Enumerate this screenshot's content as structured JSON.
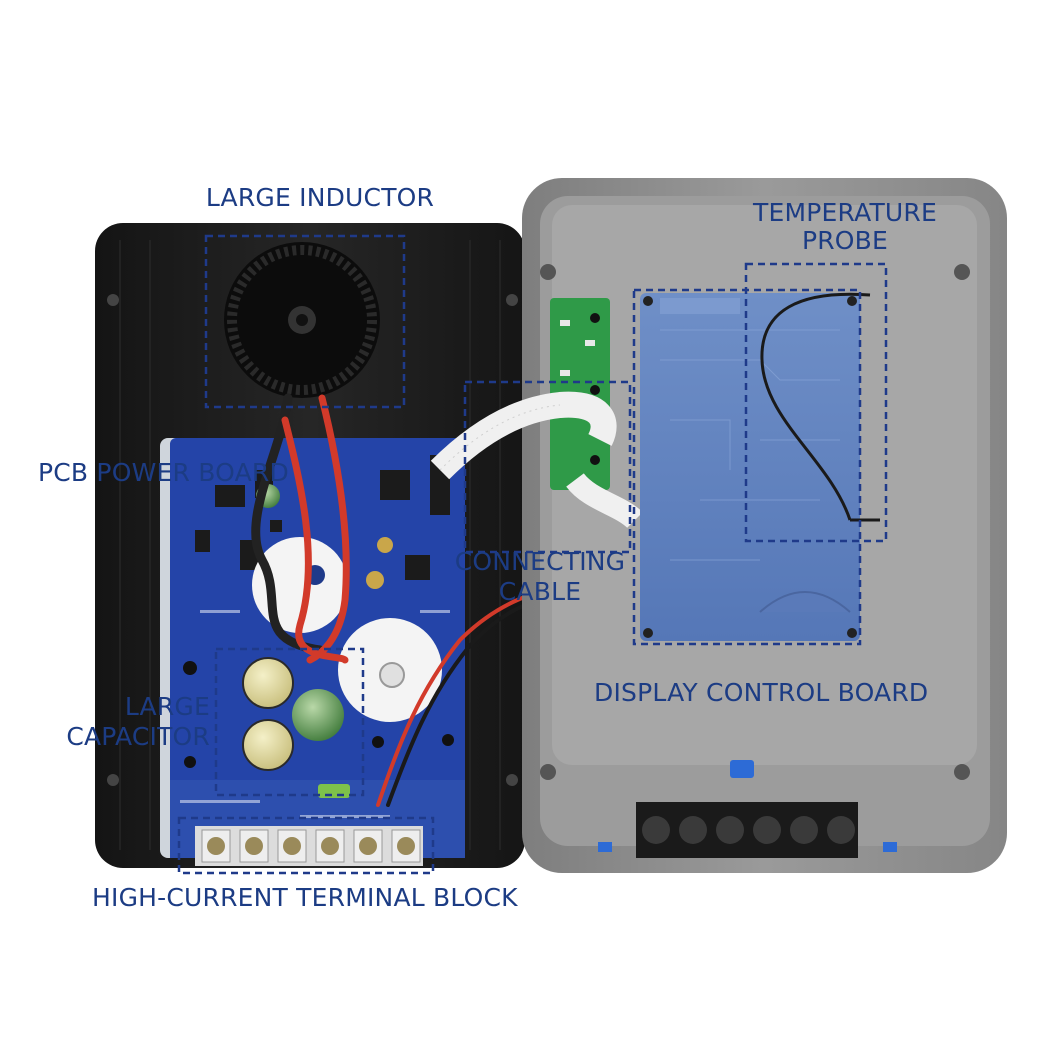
{
  "colors": {
    "label_text": "#1c3c84",
    "callout_border": "#1f3a8a",
    "heatsink": "#1b1b1b",
    "pcb_blue": "#2444a8",
    "enclosure_grey": "#8a8a8a",
    "wire_red": "#d23a2a"
  },
  "labels": {
    "large_inductor": "LARGE INDUCTOR",
    "temperature_probe": [
      "TEMPERATURE",
      "PROBE"
    ],
    "pcb_power_board": "PCB POWER BOARD",
    "connecting_cable": [
      "CONNECTING",
      "CABLE"
    ],
    "large_capacitor": [
      "LARGE",
      "CAPACITOR"
    ],
    "display_control_board": "DISPLAY CONTROL BOARD",
    "high_current_terminal_block": "HIGH-CURRENT TERMINAL BLOCK"
  }
}
